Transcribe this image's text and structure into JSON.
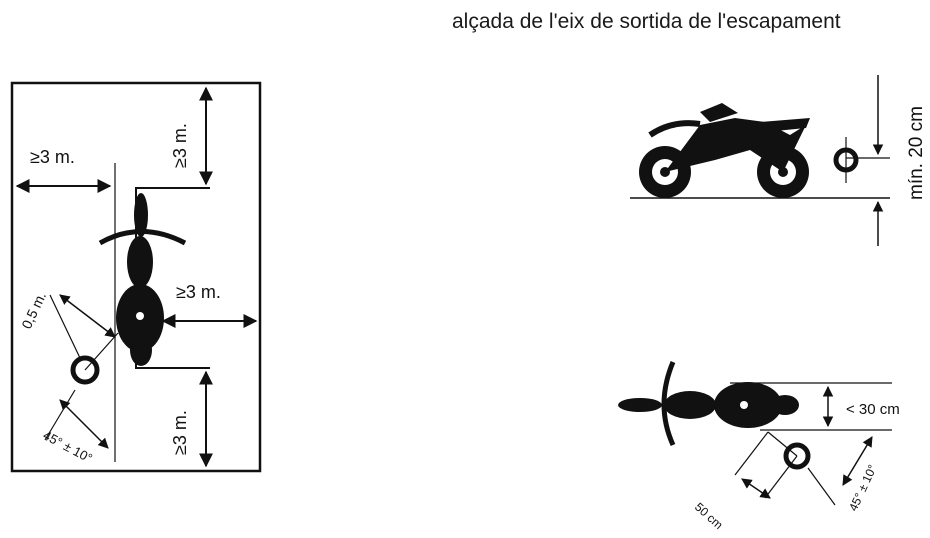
{
  "title": "alçada de l'eix de sortida de l'escapament",
  "left_diagram": {
    "dist_top": "≥3 m.",
    "dist_left": "≥3 m.",
    "dist_right": "≥3 m.",
    "dist_bottom": "≥3 m.",
    "probe_distance": "0,5 m.",
    "angle": "45° ± 10°"
  },
  "right_top": {
    "height": "mín. 20 cm"
  },
  "right_bottom": {
    "height": "< 30 cm",
    "angle": "45° ± 10°",
    "distance": "50 cm"
  }
}
